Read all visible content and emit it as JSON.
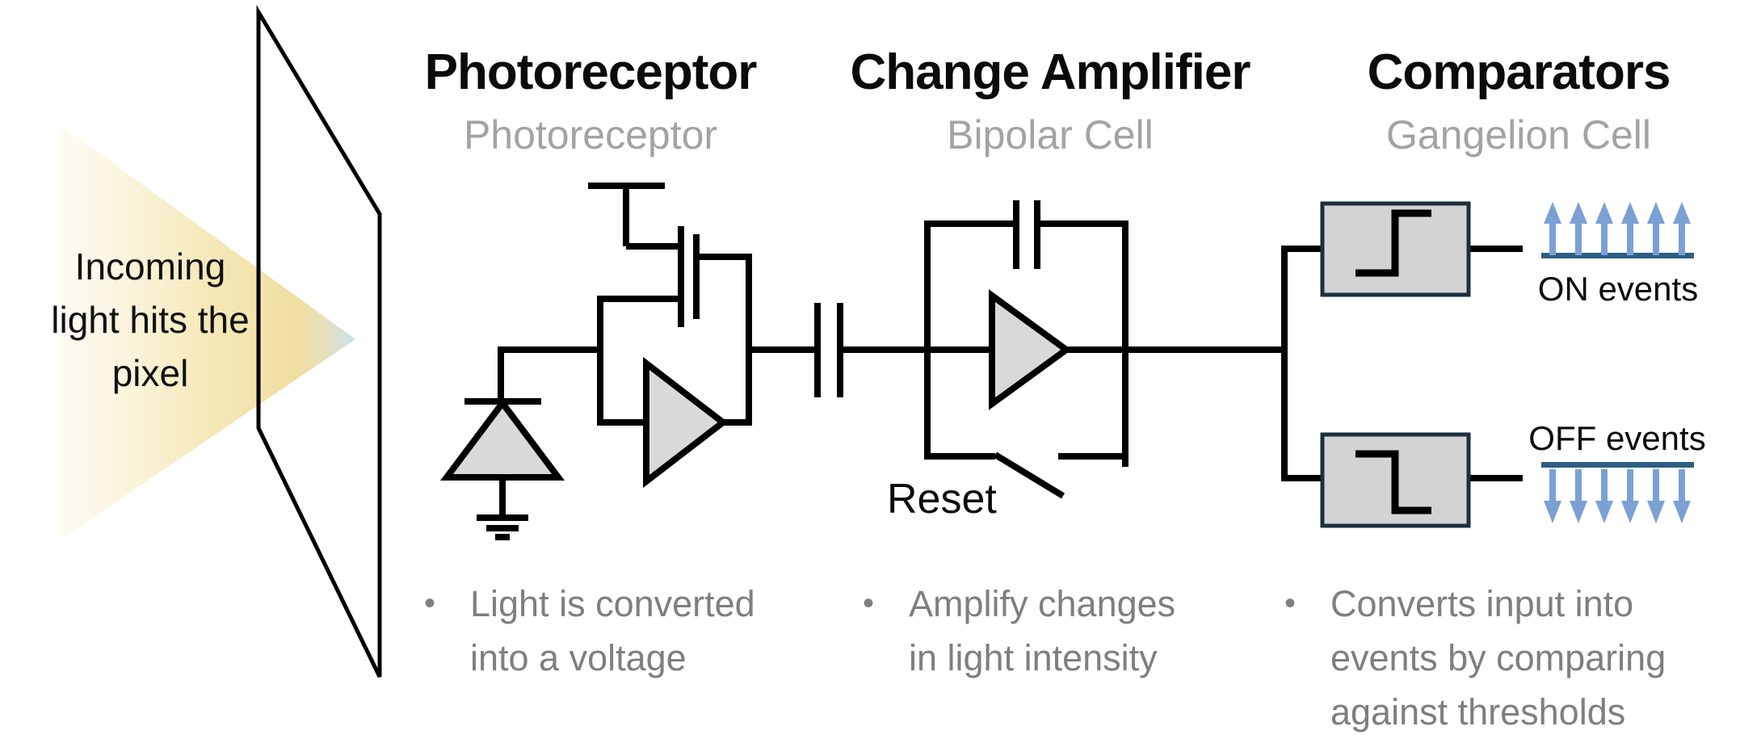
{
  "incoming": {
    "label": "Incoming\nlight hits the\npixel"
  },
  "sections": {
    "photoreceptor": {
      "title": "Photoreceptor",
      "subtitle": "Photoreceptor",
      "bullet": "Light is converted\ninto a voltage"
    },
    "change_amplifier": {
      "title": "Change Amplifier",
      "subtitle": "Bipolar Cell",
      "bullet": "Amplify changes\nin light intensity"
    },
    "comparators": {
      "title": "Comparators",
      "subtitle": "Gangelion Cell",
      "bullet": "Converts input into\nevents by comparing\nagainst thresholds"
    }
  },
  "labels": {
    "reset": "Reset",
    "on_events": "ON events",
    "off_events": "OFF events",
    "bullet_glyph": "•"
  },
  "icons": {
    "on_threshold": "rising-step-icon",
    "off_threshold": "falling-step-icon",
    "on_arrows": "six-up-arrows-icon",
    "off_arrows": "six-down-arrows-icon"
  },
  "colors": {
    "arrow_blue": "#7BA0D4",
    "bar_blue": "#2D5E84",
    "comparator_fill": "#D3D3D3",
    "comparator_border": "#1B2F3E",
    "component_fill": "#D9D9D9",
    "light_cone_yellow": "#F2E2A8",
    "light_cone_tip_blue": "#C9E0EF",
    "subtitle_gray": "#A3A3A3",
    "bullet_gray": "#7F7F7F",
    "line_black": "#000000"
  }
}
